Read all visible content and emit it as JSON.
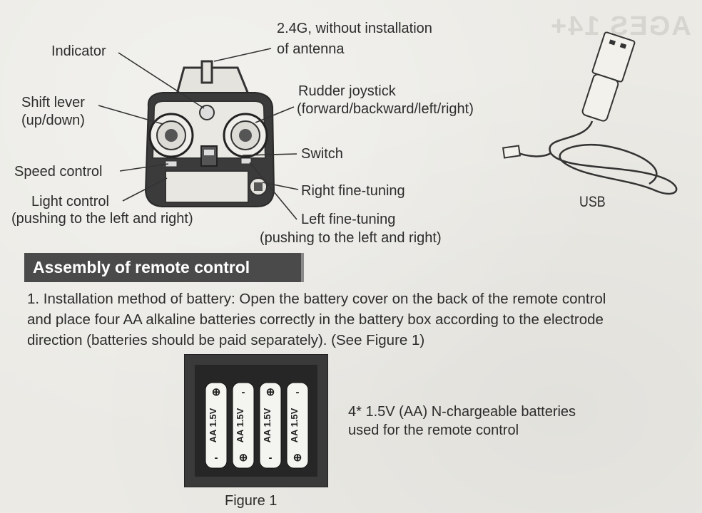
{
  "labels": {
    "indicator": "Indicator",
    "antenna_line1": "2.4G, without installation",
    "antenna_line2": "of antenna",
    "shift_lever_line1": "Shift lever",
    "shift_lever_line2": "(up/down)",
    "rudder_line1": "Rudder joystick",
    "rudder_line2": "(forward/backward/left/right)",
    "switch": "Switch",
    "speed_control": "Speed control",
    "light_control_line1": "Light control",
    "light_control_line2": "(pushing to the left and right)",
    "right_fine_tuning": "Right fine-tuning",
    "left_fine_tuning_line1": "Left fine-tuning",
    "left_fine_tuning_line2": "(pushing to the left and right)",
    "usb": "USB"
  },
  "section": {
    "heading": "Assembly of remote control",
    "para_lines": [
      "1. Installation method of battery: Open the battery cover on the back of the remote control",
      "and place four AA alkaline batteries correctly in the battery box according to the electrode",
      "direction (batteries should be paid separately). (See Figure 1)"
    ]
  },
  "battery_note": {
    "line1": "4* 1.5V (AA) N-chargeable batteries",
    "line2": "used for the remote control"
  },
  "battery_label": "AA 1.5V",
  "figure_caption": "Figure 1",
  "ghost_text": "AGES 14+",
  "colors": {
    "paper": "#ebeae5",
    "ink": "#2c2c2c",
    "banner": "#4a4a4a",
    "battery_box": "#3a3a3a",
    "battery": "#f4f4f0"
  }
}
